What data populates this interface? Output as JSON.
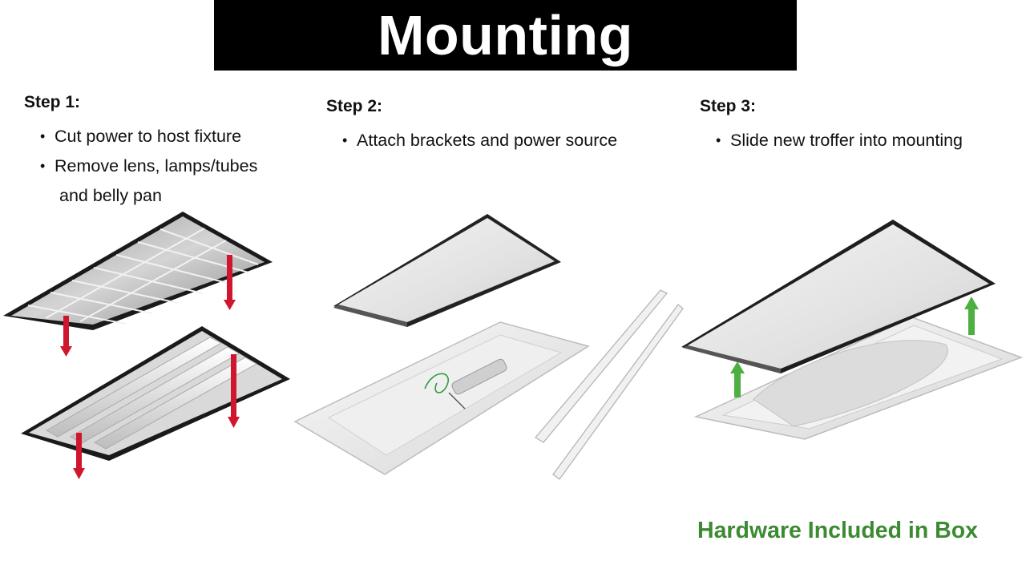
{
  "header": {
    "title": "Mounting"
  },
  "steps": [
    {
      "heading": "Step 1:",
      "bullets": [
        "Cut power to host fixture",
        "Remove lens, lamps/tubes",
        "and belly pan"
      ]
    },
    {
      "heading": "Step 2:",
      "bullets": [
        "Attach brackets and power source"
      ]
    },
    {
      "heading": "Step 3:",
      "bullets": [
        "Slide new troffer into mounting"
      ]
    }
  ],
  "footer": {
    "note": "Hardware Included in Box"
  },
  "colors": {
    "removal_arrow": "#d0162e",
    "install_arrow": "#4caf3f",
    "note": "#3c8a32",
    "title_bar": "#000000"
  },
  "icons": {
    "step1": [
      "parabolic-louver-fixture-image",
      "three-lamp-troffer-image",
      "down-arrow-icon"
    ],
    "step2": [
      "led-panel-image",
      "retrofit-pan-with-driver-image",
      "mounting-bracket-rails-image"
    ],
    "step3": [
      "led-troffer-image",
      "host-housing-image",
      "up-arrow-icon"
    ]
  }
}
